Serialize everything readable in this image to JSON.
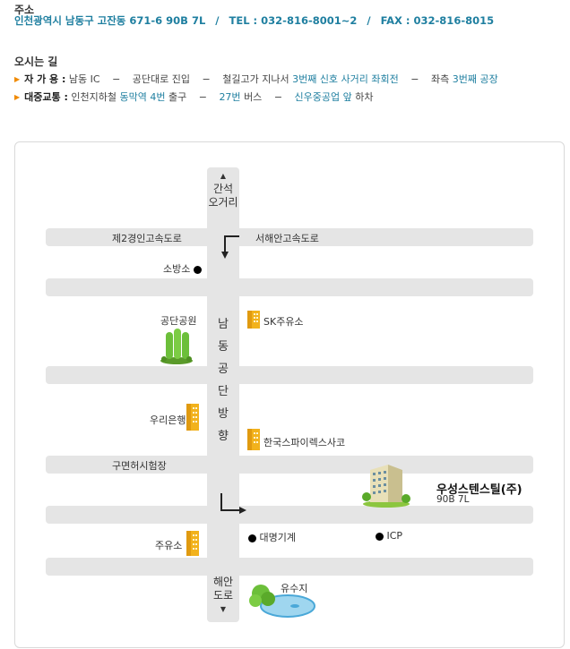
{
  "address": {
    "heading": "주소",
    "line": "인천광역시 남동구 고잔동 671-6 90B 7L",
    "sep": "/",
    "tel_label": "TEL :",
    "tel": "032-816-8001~2",
    "fax_label": "FAX :",
    "fax": "032-816-8015"
  },
  "directions": {
    "heading": "오시는 길",
    "car": {
      "label": "자 가 용 :",
      "parts": [
        "남동 IC",
        "공단대로 진입",
        "철길고가 지나서"
      ],
      "hl1": "3번째 신호 사거리 좌회전",
      "tail_prefix": "좌측",
      "hl2": "3번째 공장"
    },
    "transit": {
      "label": "대중교통 :",
      "prefix": "인천지하철",
      "hl1": "동막역 4번",
      "mid1": "출구",
      "hl2": "27번",
      "mid2": "버스",
      "hl3": "신우중공업 앞",
      "tail": "하차"
    },
    "dash": "−"
  },
  "map": {
    "top_road": "간석\n오거리",
    "bottom_road": "해안\n도로",
    "road_labels": {
      "expressway2": "제2경인고속도로",
      "westcoast": "서해안고속도로",
      "gumyeon": "구면허시험장"
    },
    "center_vertical": [
      "남",
      "동",
      "공",
      "단",
      "방",
      "향"
    ],
    "places": {
      "fire_station": "소방소",
      "park": "공단공원",
      "sk_gas": "SK주유소",
      "woori_bank": "우리은행",
      "korea_spirax": "한국스파이렉스사코",
      "daemyung": "대명기계",
      "icp": "ICP",
      "gas_station": "주유소",
      "reservoir": "유수지"
    },
    "company": {
      "name": "우성스텐스틸(주)",
      "sub": "90B 7L"
    }
  },
  "colors": {
    "accent": "#1f7fa0",
    "arrow": "#f08a00",
    "road": "#e5e5e5",
    "building": "#f2b21c"
  }
}
